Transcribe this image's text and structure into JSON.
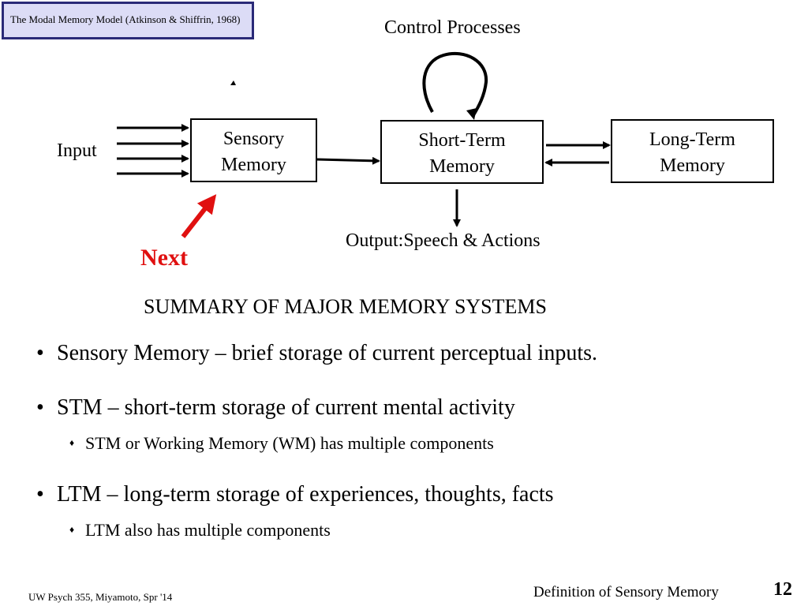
{
  "header": {
    "title": "The Modal Memory Model (Atkinson & Shiffrin, 1968)"
  },
  "diagram": {
    "control_processes": "Control Processes",
    "input": "Input",
    "sensory_memory": {
      "line1": "Sensory",
      "line2": "Memory"
    },
    "short_term_memory": {
      "line1": "Short-Term",
      "line2": "Memory"
    },
    "long_term_memory": {
      "line1": "Long-Term",
      "line2": "Memory"
    },
    "output": "Output:Speech & Actions",
    "next": "Next"
  },
  "summary": {
    "title": "SUMMARY OF MAJOR MEMORY SYSTEMS",
    "bullets": [
      {
        "marker": "•",
        "text": "Sensory Memory – brief storage of current perceptual inputs.",
        "sub": []
      },
      {
        "marker": "•",
        "text": "STM – short-term storage of current mental activity",
        "sub": [
          {
            "marker": "♦",
            "text": "STM or Working Memory (WM) has multiple components"
          }
        ]
      },
      {
        "marker": "•",
        "text": "LTM – long-term storage of experiences, thoughts, facts",
        "sub": [
          {
            "marker": "♦",
            "text": "LTM also has multiple components"
          }
        ]
      }
    ]
  },
  "footer": {
    "course": "UW Psych 355, Miyamoto, Spr '14",
    "next_topic": "Definition of Sensory Memory",
    "page": "12"
  },
  "colors": {
    "accent_red": "#e01010",
    "title_bg": "#dcdcf6",
    "title_border": "#2a2a78"
  }
}
